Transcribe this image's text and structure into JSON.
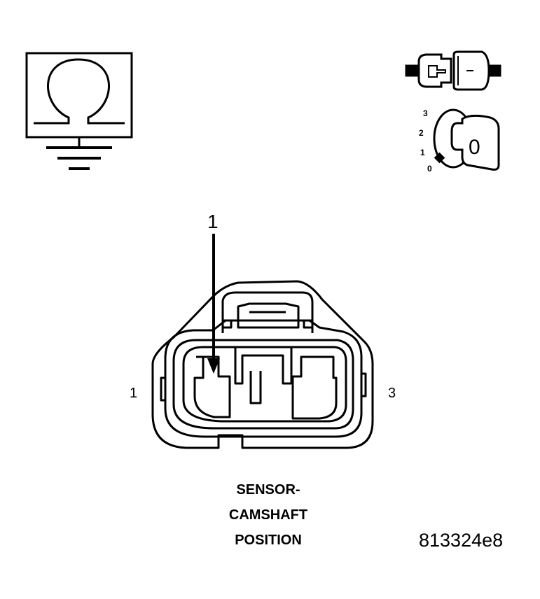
{
  "callout": {
    "number": "1"
  },
  "pins": {
    "left": "1",
    "right": "3"
  },
  "ignition_icon": {
    "positions": [
      "3",
      "2",
      "1",
      "0"
    ],
    "key_label": "0"
  },
  "caption": {
    "line1": "SENSOR-",
    "line2": "CAMSHAFT",
    "line3": "POSITION"
  },
  "figure_id": "813324e8",
  "icons": [
    "ohmmeter-ground-icon",
    "connector-disconnected-icon",
    "ignition-switch-off-icon"
  ]
}
